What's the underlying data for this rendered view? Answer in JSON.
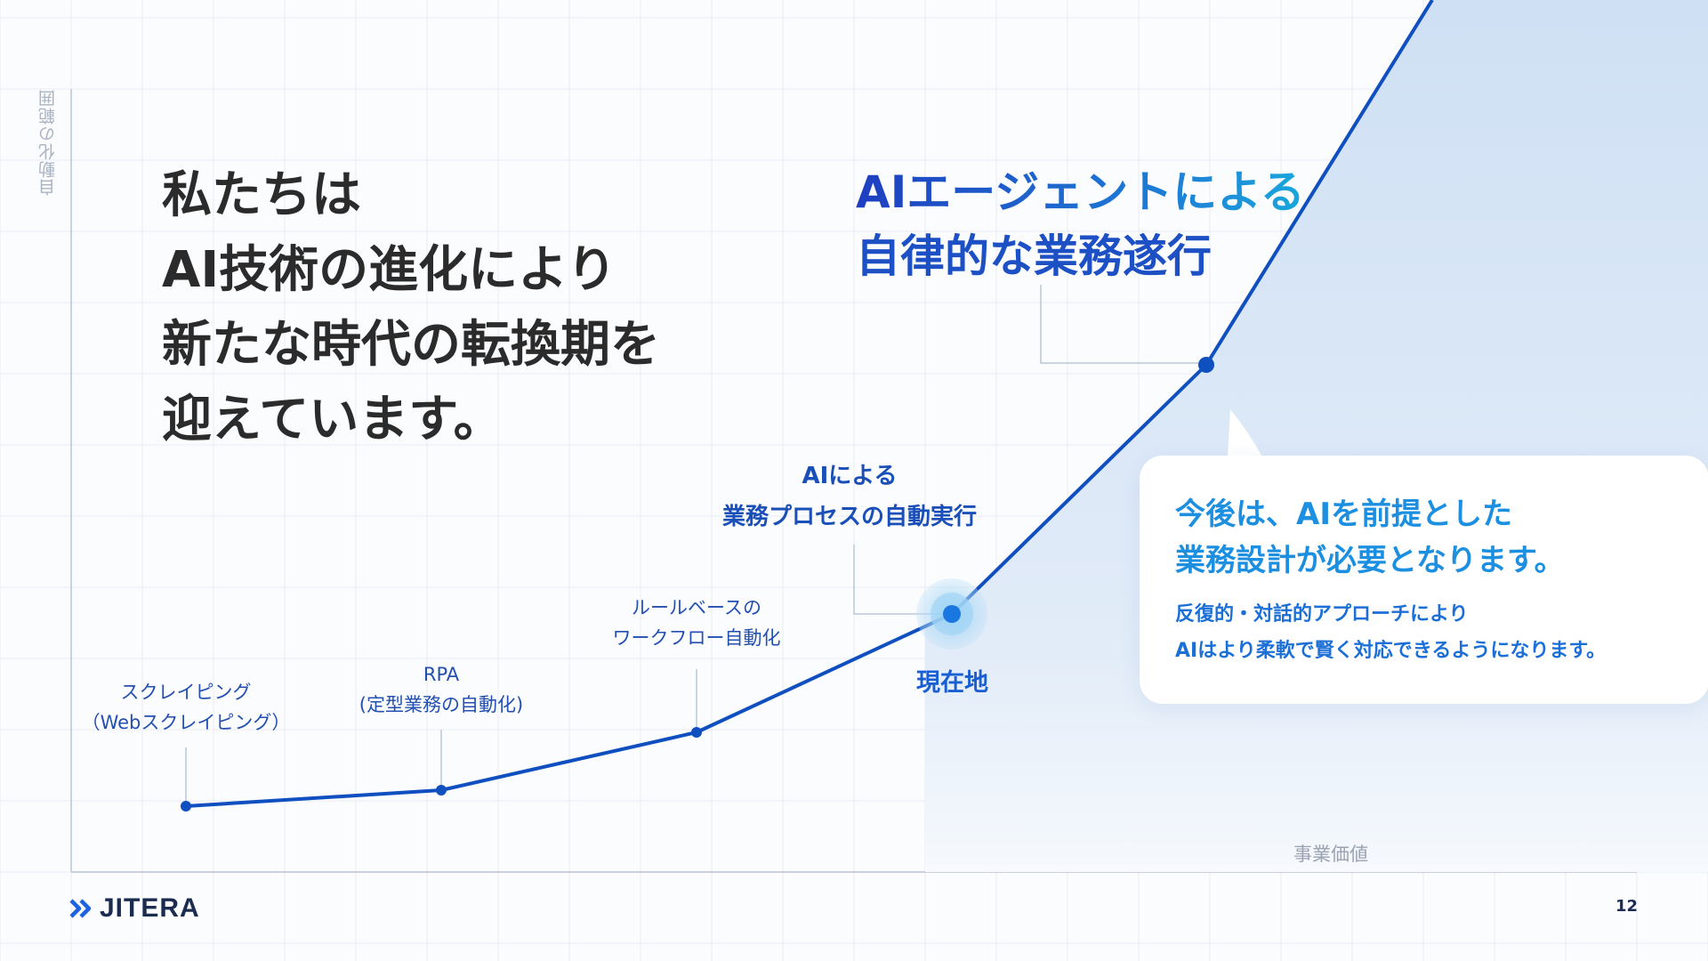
{
  "headline": {
    "lines": [
      "私たちは",
      "AI技術の進化により",
      "新たな時代の転換期を",
      "迎えています。"
    ]
  },
  "axes": {
    "y_label": "自動化の範囲",
    "x_label": "事業価値"
  },
  "future": {
    "title_line1": "AIエージェントによる",
    "title_line2": "自律的な業務遂行"
  },
  "milestones": [
    {
      "line1": "スクレイピング",
      "line2": "（Webスクレイピング）"
    },
    {
      "line1": "RPA",
      "line2": "(定型業務の自動化)"
    },
    {
      "line1": "ルールベースの",
      "line2": "ワークフロー自動化"
    },
    {
      "line1": "AIによる",
      "line2": "業務プロセスの自動実行"
    }
  ],
  "current_label": "現在地",
  "callout": {
    "heading_line1": "今後は、AIを前提とした",
    "heading_line2": "業務設計が必要となります。",
    "body_line1": "反復的・対話的アプローチにより",
    "body_line2": "AIはより柔軟で賢く対応できるようになります。"
  },
  "brand": {
    "name": "JITERA"
  },
  "page_number": "12",
  "colors": {
    "curve": "#0f4fbf",
    "accent": "#1d8fe0",
    "area_fill": "#d4e3f5",
    "grid": "#e8edf4"
  }
}
